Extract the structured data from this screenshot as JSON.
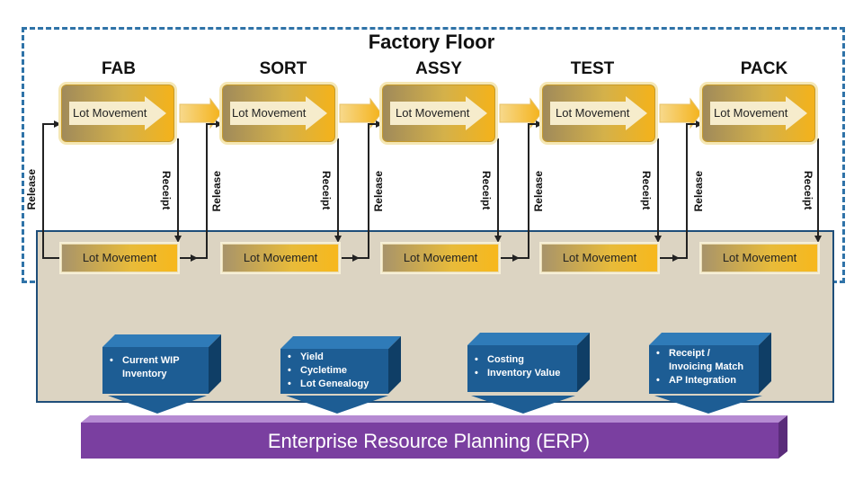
{
  "factory_title": "Factory Floor",
  "stages": [
    {
      "label": "FAB",
      "top_box": "Lot Movement",
      "bottom_box": "Lot Movement",
      "release": "Release",
      "receipt": "Receipt"
    },
    {
      "label": "SORT",
      "top_box": "Lot Movement",
      "bottom_box": "Lot Movement",
      "release": "Release",
      "receipt": "Receipt"
    },
    {
      "label": "ASSY",
      "top_box": "Lot Movement",
      "bottom_box": "Lot Movement",
      "release": "Release",
      "receipt": "Receipt"
    },
    {
      "label": "TEST",
      "top_box": "Lot Movement",
      "bottom_box": "Lot Movement",
      "release": "Release",
      "receipt": "Receipt"
    },
    {
      "label": "PACK",
      "top_box": "Lot Movement",
      "bottom_box": "Lot Movement",
      "release": "Release",
      "receipt": "Receipt"
    }
  ],
  "erp_boxes": [
    {
      "items": [
        "Current WIP",
        "Inventory"
      ],
      "bullets": [
        true,
        false
      ]
    },
    {
      "items": [
        "Yield",
        "Cycletime",
        "Lot Genealogy"
      ],
      "bullets": [
        true,
        true,
        true
      ]
    },
    {
      "items": [
        "Costing",
        "Inventory Value"
      ],
      "bullets": [
        true,
        true
      ]
    },
    {
      "items": [
        "Receipt /",
        "Invoicing  Match",
        "AP Integration"
      ],
      "bullets": [
        true,
        false,
        true
      ]
    }
  ],
  "erp_bar": "Enterprise Resource Planning (ERP)",
  "colors": {
    "dashed_border": "#2f73a8",
    "panel_bg": "#dcd4c2",
    "blue_box": "#1d5d94",
    "erp_bar": "#7a3fa0",
    "gold": "#f4b21a"
  }
}
